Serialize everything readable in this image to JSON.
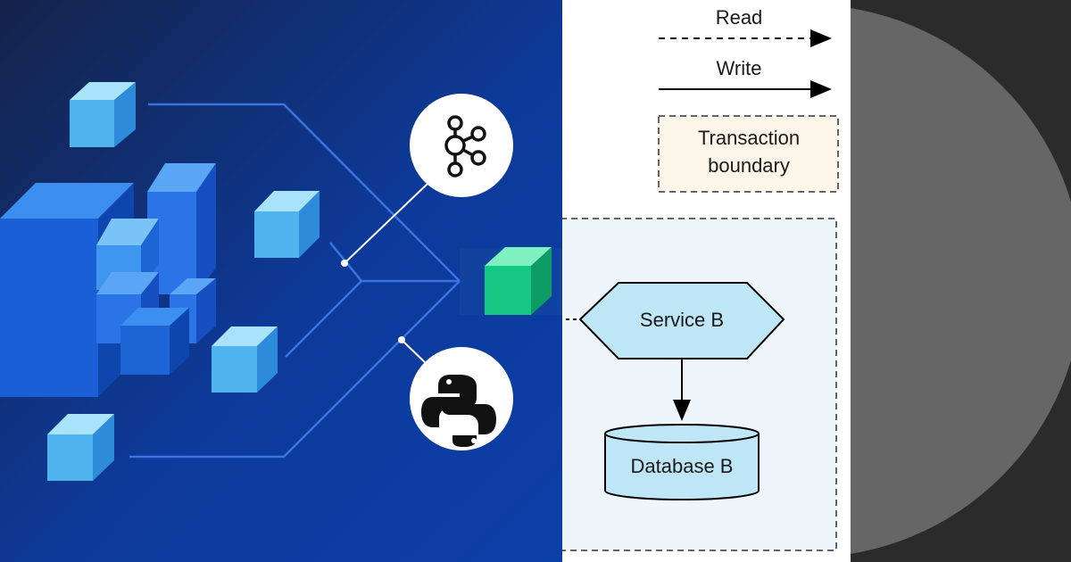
{
  "legend": {
    "read_label": "Read",
    "write_label": "Write",
    "transaction_label_line1": "Transaction",
    "transaction_label_line2": "boundary"
  },
  "diagram": {
    "service_label": "Service B",
    "database_label": "Database B"
  },
  "icons": {
    "kafka": "kafka-icon",
    "python": "python-icon"
  },
  "colors": {
    "left_bg": "#0d3a9a",
    "cube_light": "#5cc6f2",
    "cube_dark": "#1e63d8",
    "cube_green": "#1fd08a",
    "service_fill": "#bfe6f7",
    "transaction_fill": "#fbf6e8",
    "boundary_fill": "#eef6fc"
  }
}
